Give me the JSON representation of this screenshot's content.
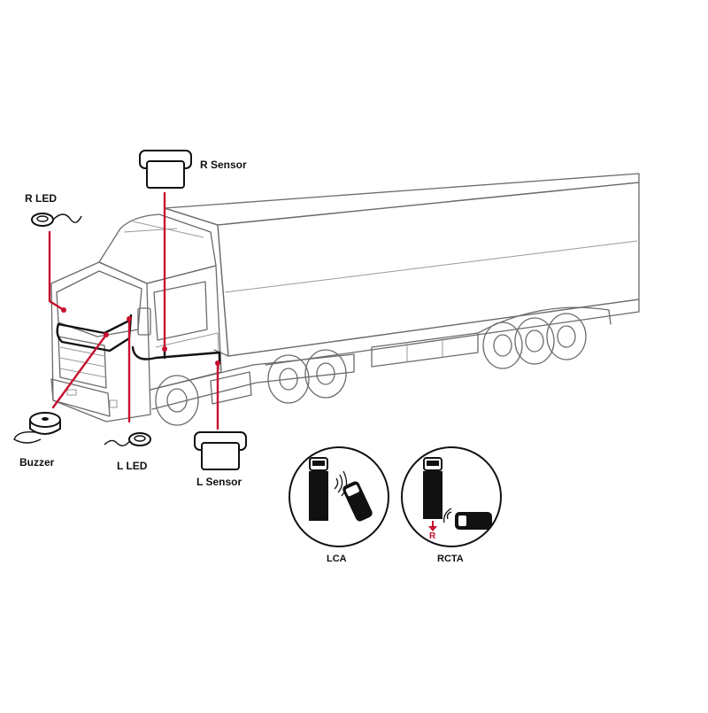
{
  "labels": {
    "r_sensor": "R Sensor",
    "r_led": "R LED",
    "buzzer": "Buzzer",
    "l_led": "L LED",
    "l_sensor": "L Sensor",
    "lca": "LCA",
    "rcta": "RCTA",
    "reverse_marker": "R"
  },
  "colors": {
    "wire_red": "#c8102e",
    "wire_black": "#111111",
    "truck_outline": "#6b6b6b"
  }
}
